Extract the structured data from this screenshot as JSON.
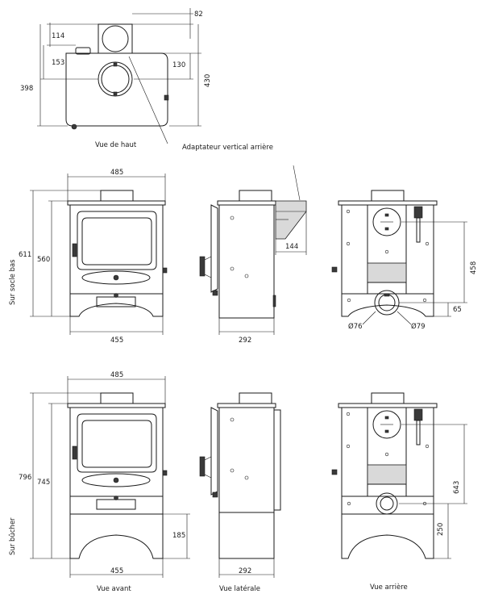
{
  "labels": {
    "top_view": "Vue de haut",
    "rear_adapter": "Adaptateur vertical arrière",
    "front_view": "Vue avant",
    "side_view": "Vue latérale",
    "rear_view": "Vue arrière",
    "row_low_base": "Sur socle bas",
    "row_log_store": "Sur bûcher"
  },
  "dimensions": {
    "top_82": "82",
    "top_114": "114",
    "top_153": "153",
    "top_130": "130",
    "top_398": "398",
    "top_430": "430",
    "r1_width_485": "485",
    "r1_height_611": "611",
    "r1_height_560": "560",
    "r1_width_455": "455",
    "r1_depth_292": "292",
    "r1_adapter_144": "144",
    "r1_rear_458": "458",
    "r1_rear_65": "65",
    "r1_dia_76": "Ø76",
    "r1_dia_79": "Ø79",
    "r2_width_485": "485",
    "r2_height_796": "796",
    "r2_height_745": "745",
    "r2_height_185": "185",
    "r2_width_455": "455",
    "r2_depth_292": "292",
    "r2_rear_643": "643",
    "r2_rear_250": "250"
  }
}
